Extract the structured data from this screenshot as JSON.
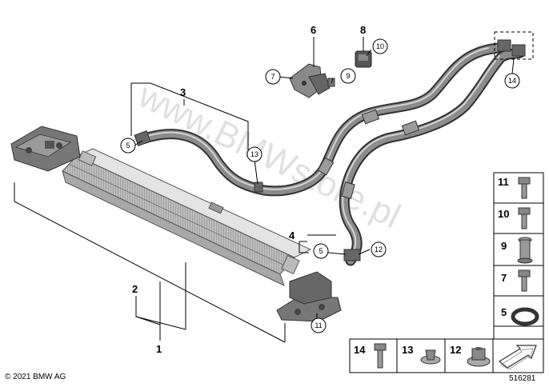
{
  "diagram": {
    "watermark": "www.BMWstore.pl",
    "copyright": "© 2021 BMW AG",
    "reference": "516281",
    "labels": {
      "l1": "1",
      "l2": "2",
      "l3": "3",
      "l4": "4",
      "l6": "6",
      "l8": "8"
    },
    "callouts": {
      "c5a": "5",
      "c5b": "5",
      "c7": "7",
      "c9": "9",
      "c10": "10",
      "c11": "11",
      "c12": "12",
      "c13": "13",
      "c14": "14"
    },
    "legend": {
      "side": [
        "11",
        "10",
        "9",
        "7",
        "5"
      ],
      "bottom": [
        "14",
        "13",
        "12"
      ]
    }
  }
}
